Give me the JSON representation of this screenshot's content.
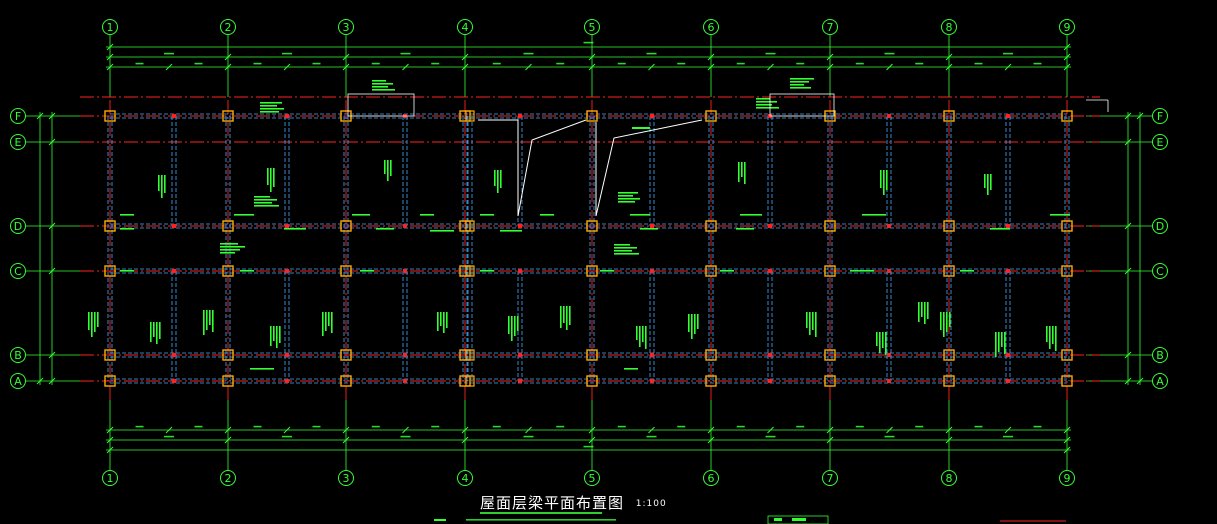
{
  "drawing": {
    "title": "屋面层梁平面布置图",
    "scale": "1:100"
  },
  "axes": {
    "columns": [
      "1",
      "2",
      "3",
      "4",
      "5",
      "6",
      "7",
      "8",
      "9"
    ],
    "rows": [
      "F",
      "E",
      "D",
      "C",
      "B",
      "A"
    ]
  },
  "colors": {
    "background": "#000000",
    "axis_line": "#ff2222",
    "dimension": "#33ff33",
    "beam": "#44aaff",
    "column": "#ffaa00",
    "annotation": "#33ff33",
    "bubble": "#33ff33",
    "rebar_callout": "#ffffff"
  }
}
